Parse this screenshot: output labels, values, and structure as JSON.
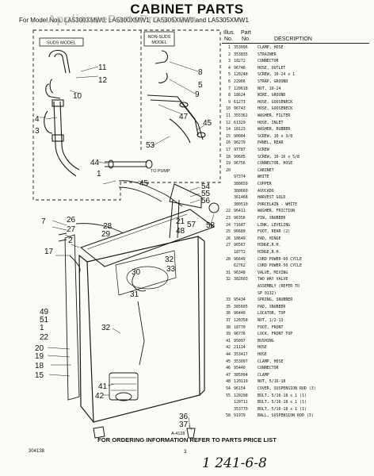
{
  "header": {
    "title": "CABINET PARTS",
    "subtitle": "For Model Nos. LA5300XMW0, LA5300XMW1, LA5305XMW0 and LA5305XMW1",
    "watermark": "AppliancePartsPros.com"
  },
  "diagram": {
    "model_labels": {
      "suds": "SUDS MODEL",
      "non_suds_line1": "NON-SUDS",
      "non_suds_line2": "MODEL"
    },
    "to_pump": "TO PUMP",
    "art_code": "A-4128",
    "callouts": [
      "11",
      "10",
      "12",
      "4",
      "3",
      "8",
      "5",
      "9",
      "47",
      "45",
      "53",
      "44",
      "1",
      "45",
      "54",
      "55",
      "56",
      "58",
      "26",
      "7",
      "28",
      "27",
      "29",
      "2",
      "21",
      "48",
      "17",
      "30",
      "32",
      "31",
      "33",
      "49",
      "51",
      "1",
      "22",
      "32",
      "20",
      "19",
      "18",
      "15",
      "41",
      "42",
      "36",
      "37",
      "57"
    ]
  },
  "parts_list": {
    "header_illus": "Illus.",
    "header_part": "Part",
    "header_no": "No.",
    "header_partno": "No.",
    "header_desc": "DESCRIPTION",
    "rows": [
      {
        "n": "1",
        "p": "353096",
        "d": "CLAMP, HOSE"
      },
      {
        "n": "2",
        "p": "353835",
        "d": "STRAINER"
      },
      {
        "n": "3",
        "p": "18272",
        "d": "CONNECTOR"
      },
      {
        "n": "4",
        "p": "96746",
        "d": "HOSE, OUTLET"
      },
      {
        "n": "5",
        "p": "120248",
        "d": "SCREW, 10-24 x 1"
      },
      {
        "n": "6",
        "p": "22966",
        "d": "STRAP, GROUND"
      },
      {
        "n": "7",
        "p": "120618",
        "d": "NUT, 10-24"
      },
      {
        "n": "8",
        "p": "18624",
        "d": "WIRE, GROUND"
      },
      {
        "n": "9",
        "p": "61273",
        "d": "HOSE, GOOSENECK"
      },
      {
        "n": "10",
        "p": "96743",
        "d": "HOSE, GOOSENECK"
      },
      {
        "n": "11",
        "p": "355362",
        "d": "WASHER, FILTER"
      },
      {
        "n": "12",
        "p": "61329",
        "d": "HOSE, INLET"
      },
      {
        "n": "14",
        "p": "18123",
        "d": "WASHER, RUBBER"
      },
      {
        "n": "15",
        "p": "90084",
        "d": "SCREW, 10 x 3/8"
      },
      {
        "n": "16",
        "p": "96279",
        "d": "PANEL, REAR"
      },
      {
        "n": "17",
        "p": "97787",
        "d": "SCREW"
      },
      {
        "n": "18",
        "p": "90605",
        "d": "SCREW, 10-16 x 5/8"
      },
      {
        "n": "19",
        "p": "96756",
        "d": "CONNECTOR, HOSE"
      },
      {
        "n": "20",
        "p": "",
        "d": "CABINET"
      },
      {
        "n": "",
        "p": "97374",
        "d": "WHITE"
      },
      {
        "n": "",
        "p": "380659",
        "d": "COPPER"
      },
      {
        "n": "",
        "p": "380660",
        "d": "AVOCADO"
      },
      {
        "n": "",
        "p": "361468",
        "d": "HARVEST GOLD"
      },
      {
        "n": "",
        "p": "380510",
        "d": "PORCELAIN - WHITE"
      },
      {
        "n": "22",
        "p": "96411",
        "d": "WASHER, FRICTION"
      },
      {
        "n": "23",
        "p": "96356",
        "d": "PIN, SNUBBER"
      },
      {
        "n": "24",
        "p": "71687",
        "d": "LINK, LEVELING"
      },
      {
        "n": "25",
        "p": "96689",
        "d": "FOOT, REAR (2)"
      },
      {
        "n": "26",
        "p": "18649",
        "d": "PAD, HINGE"
      },
      {
        "n": "27",
        "p": "96567",
        "d": "HINGE,R.H."
      },
      {
        "n": "",
        "p": "18772",
        "d": "HINGE,R.H."
      },
      {
        "n": "28",
        "p": "96649",
        "d": "CORD POWER-60 CYCLE"
      },
      {
        "n": "",
        "p": "62762",
        "d": "CORD POWER-50 CYCLE"
      },
      {
        "n": "31",
        "p": "96348",
        "d": "VALVE, MIXING"
      },
      {
        "n": "32",
        "p": "382603",
        "d": "TWO WAY VALVE"
      },
      {
        "n": "",
        "p": "",
        "d": "ASSEMBLY (REFER TO"
      },
      {
        "n": "",
        "p": "",
        "d": "SP 0132)"
      },
      {
        "n": "33",
        "p": "95434",
        "d": "SPRING, SNUBBER"
      },
      {
        "n": "35",
        "p": "385605",
        "d": "PAD, SNUBBER"
      },
      {
        "n": "36",
        "p": "96440",
        "d": "LOCATOR, TOP"
      },
      {
        "n": "37",
        "p": "120358",
        "d": "NUT, 1/2-13"
      },
      {
        "n": "38",
        "p": "18770",
        "d": "FOOT, FRONT"
      },
      {
        "n": "39",
        "p": "96776",
        "d": "LOCK, FRONT TOP"
      },
      {
        "n": "41",
        "p": "95097",
        "d": "BUSHING"
      },
      {
        "n": "42",
        "p": "21114",
        "d": "HOSE"
      },
      {
        "n": "44",
        "p": "353417",
        "d": "HOSE"
      },
      {
        "n": "45",
        "p": "353097",
        "d": "CLAMP, HOSE"
      },
      {
        "n": "46",
        "p": "95440",
        "d": "CONNECTOR"
      },
      {
        "n": "47",
        "p": "385094",
        "d": "CLAMP"
      },
      {
        "n": "48",
        "p": "120119",
        "d": "NUT, 5/16-18"
      },
      {
        "n": "54",
        "p": "96154",
        "d": "COVER, SUSPENSION ROD (3)"
      },
      {
        "n": "55",
        "p": "120298",
        "d": "BOLT, 5/16-18 x 1 (1)"
      },
      {
        "n": "",
        "p": "120711",
        "d": "BOLT, 5/16-18 x 1 (1)"
      },
      {
        "n": "",
        "p": "353770",
        "d": "BOLT, 5/16-18 x 1 (1)"
      },
      {
        "n": "58",
        "p": "91979",
        "d": "BALL, SUSPENSION ROD (3)"
      }
    ]
  },
  "footer": {
    "order_text": "FOR ORDERING INFORMATION REFER TO PARTS PRICE LIST",
    "doc_code": "304138",
    "page_number": "3",
    "handwritten": "1 241-6-8"
  }
}
